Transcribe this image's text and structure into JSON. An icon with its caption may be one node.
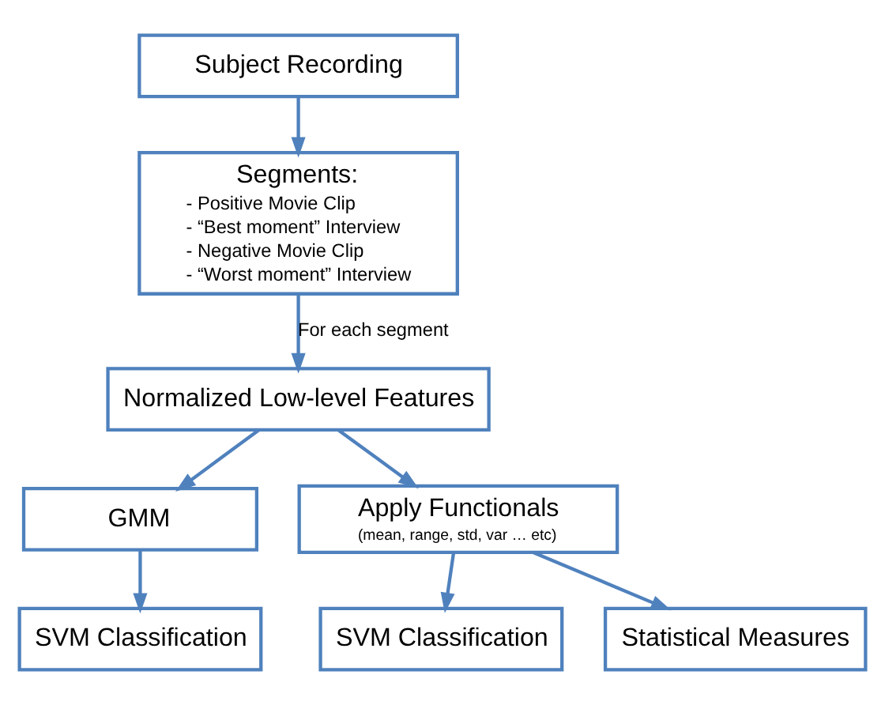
{
  "diagram": {
    "nodes": [
      {
        "text": [
          "Subject Recording"
        ]
      },
      {
        "text": [
          "Segments:",
          "- Positive Movie Clip",
          "- “Best moment” Interview",
          "- Negative Movie Clip",
          "- “Worst moment” Interview"
        ]
      },
      {
        "text": [
          "Normalized Low-level Features"
        ]
      },
      {
        "text": [
          "GMM"
        ]
      },
      {
        "text": [
          "Apply Functionals",
          "(mean, range, std, var … etc)"
        ]
      },
      {
        "text": [
          "SVM Classification"
        ]
      },
      {
        "text": [
          "SVM Classification"
        ]
      },
      {
        "text": [
          "Statistical Measures"
        ]
      }
    ],
    "edges": [
      {
        "from": 0,
        "to": 1,
        "arrow": "to"
      },
      {
        "from": 1,
        "to": 2,
        "arrow": "to",
        "label": "For each segment"
      },
      {
        "from": 2,
        "to": 3,
        "arrow": "to"
      },
      {
        "from": 2,
        "to": 4,
        "arrow": "to"
      },
      {
        "from": 3,
        "to": 5,
        "arrow": "to"
      },
      {
        "from": 4,
        "to": 6,
        "arrow": "to"
      },
      {
        "from": 4,
        "to": 7,
        "arrow": "to"
      }
    ]
  }
}
